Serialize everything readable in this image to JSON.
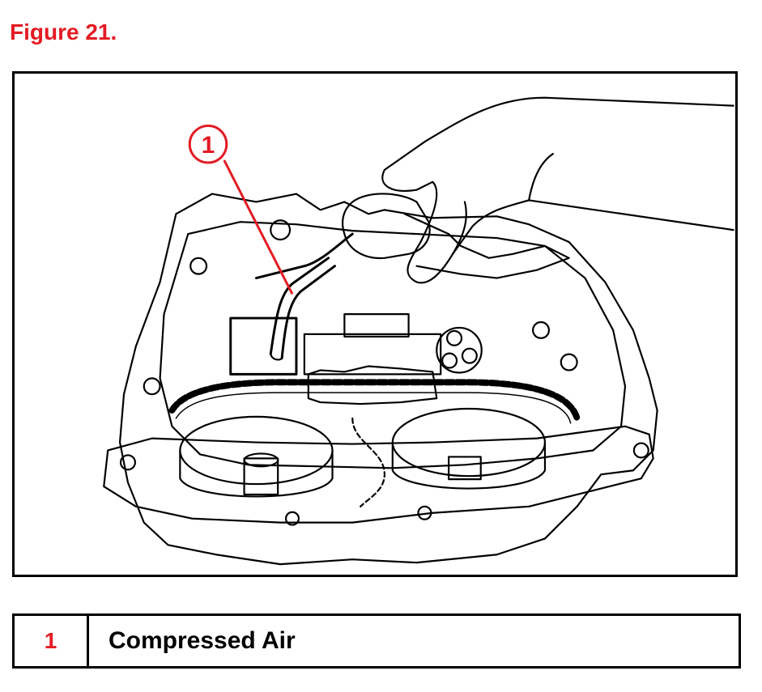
{
  "figure": {
    "title": "Figure 21.",
    "callout_number": "1"
  },
  "legend": {
    "rows": [
      {
        "number": "1",
        "label": "Compressed Air"
      }
    ]
  },
  "colors": {
    "accent_red": "#e31b23",
    "line_black": "#000000",
    "background": "#ffffff"
  }
}
